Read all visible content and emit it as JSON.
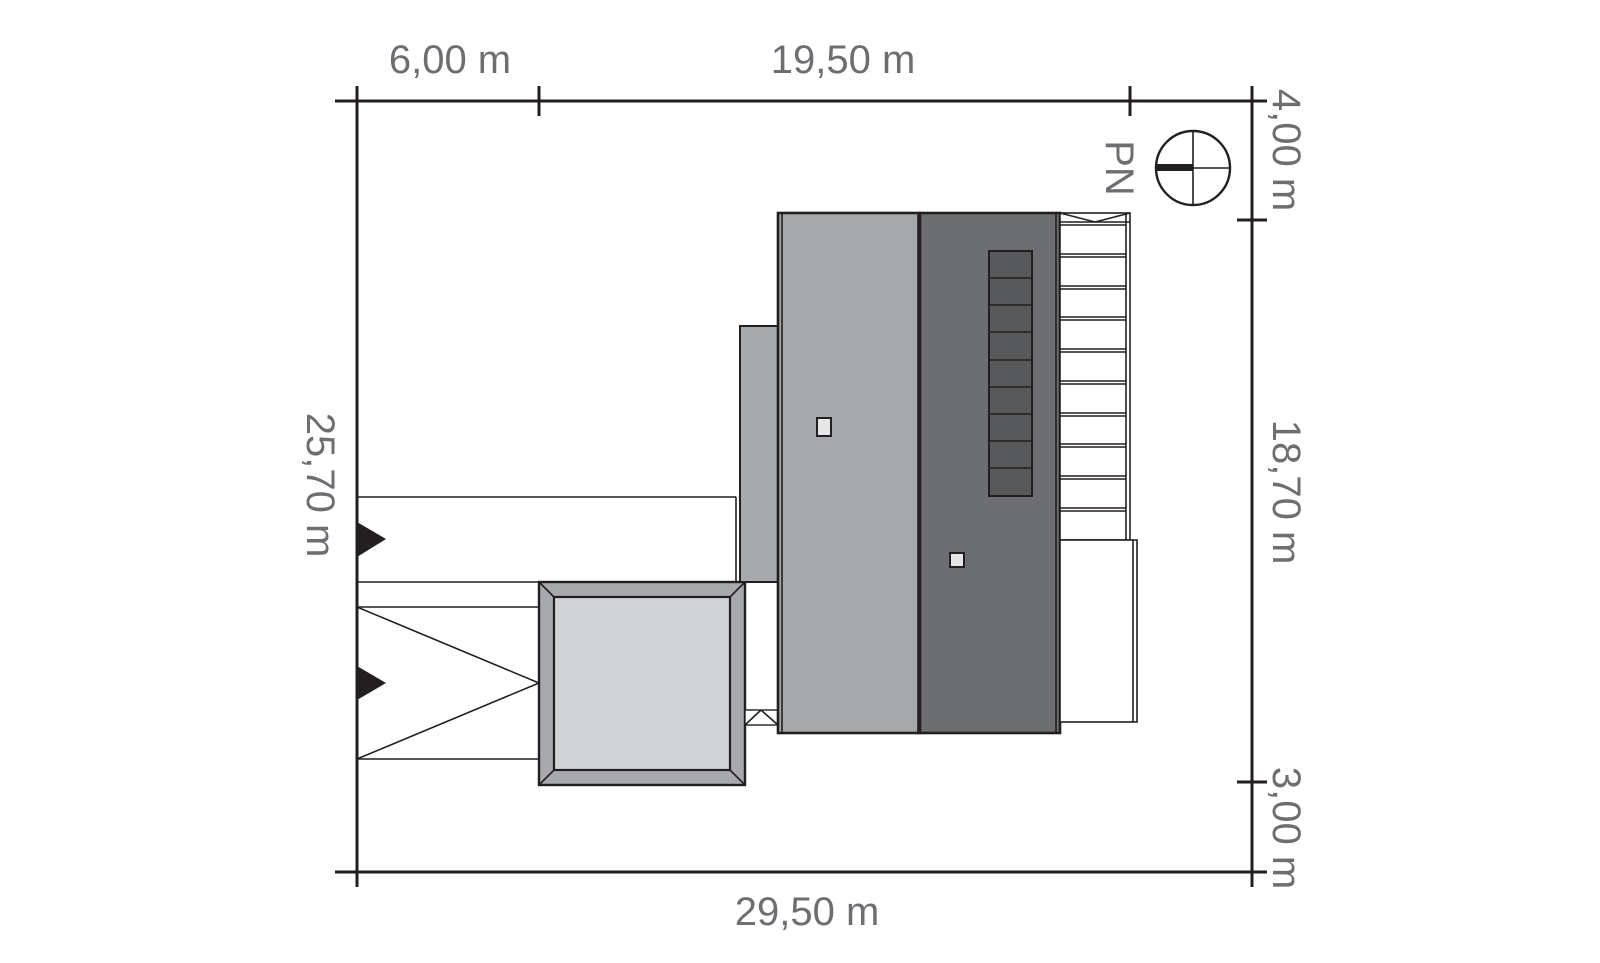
{
  "dimensions": {
    "top_left": "6,00 m",
    "top_main": "19,50 m",
    "bottom_total": "29,50 m",
    "left_total": "25,70 m",
    "right_top": "4,00 m",
    "right_middle": "18,70 m",
    "right_bottom": "3,00 m"
  },
  "north_label": "PN",
  "colors": {
    "dimension_text": "#6d6e71",
    "line": "#231f20",
    "roof_light": "#a7a9ac",
    "roof_dark": "#6d6e71",
    "garage_roof": "#d1d3d4",
    "garage_rim": "#a7a9ac",
    "solar_panel": "#58595b",
    "entrance_marker": "#231f20"
  }
}
